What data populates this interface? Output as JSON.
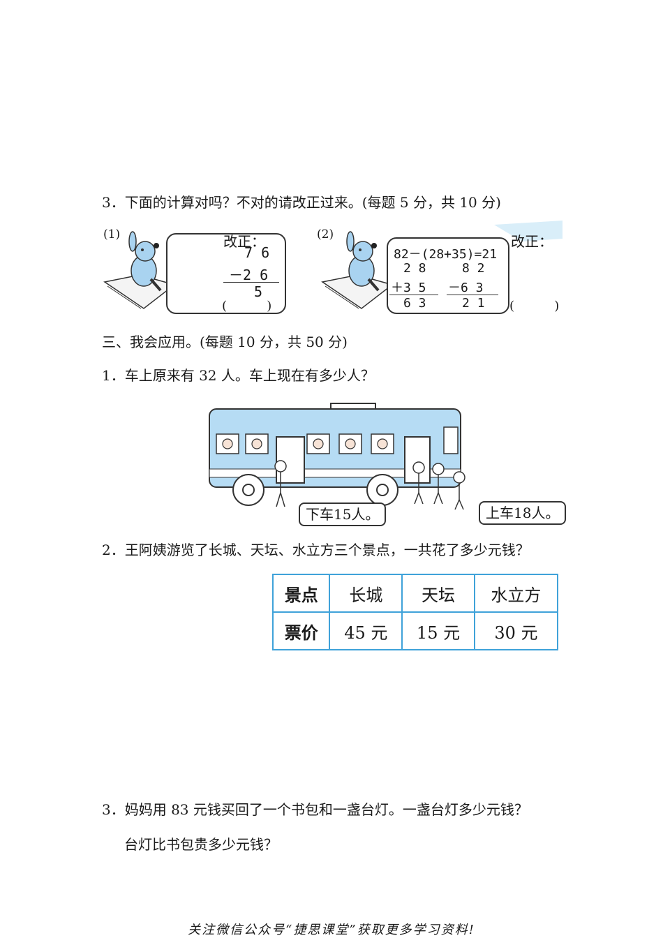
{
  "q3_review": {
    "title": "3．下面的计算对吗？不对的请改正过来。(每题 5 分，共 10 分)",
    "item1": {
      "num": "(1)",
      "top": "7 6",
      "sub": "－2 6",
      "result": "5",
      "correct_label": "改正：",
      "paren": "(          )"
    },
    "item2": {
      "num": "(2)",
      "expression": "82－(28+35)=21",
      "l_top": "2 8",
      "l_op": "＋3 5",
      "l_res": "6 3",
      "r_top": "8 2",
      "r_op": "－6 3",
      "r_res": "2 1",
      "correct_label": "改正：",
      "paren": "(          )"
    }
  },
  "section3": {
    "title": "三、我会应用。(每题 10 分，共 50 分)"
  },
  "p1": {
    "title": "1．车上原来有 32 人。车上现在有多少人？",
    "bubble_off": "下车15人。",
    "bubble_on": "上车18人。"
  },
  "p2": {
    "title": "2．王阿姨游览了长城、天坛、水立方三个景点，一共花了多少元钱？",
    "table": {
      "header": [
        "景点",
        "长城",
        "天坛",
        "水立方"
      ],
      "row": [
        "票价",
        "45 元",
        "15 元",
        "30 元"
      ]
    }
  },
  "p3": {
    "line1": "3．妈妈用 83 元钱买回了一个书包和一盏台灯。一盏台灯多少元钱？",
    "line2": "台灯比书包贵多少元钱？"
  },
  "footer": "关注微信公众号“捷思课堂”获取更多学习资料!"
}
